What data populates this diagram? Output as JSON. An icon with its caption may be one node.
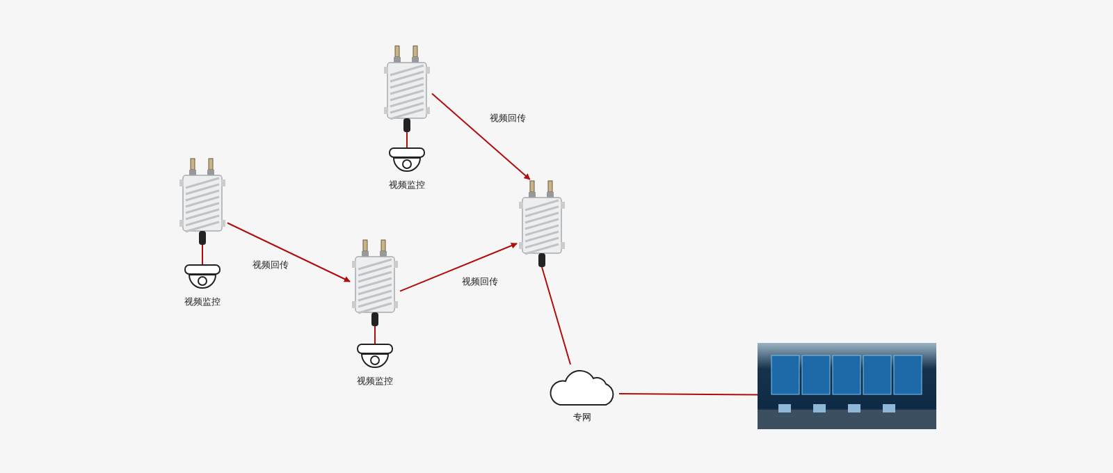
{
  "diagram": {
    "nodes": [
      {
        "text": [],
        "shape": "picture"
      },
      {
        "text": [
          "视频监控"
        ]
      },
      {
        "text": [],
        "shape": "picture"
      },
      {
        "text": [
          "视频监控"
        ]
      },
      {
        "text": [],
        "shape": "picture"
      },
      {
        "text": [
          "视频监控"
        ]
      },
      {
        "text": [],
        "shape": "picture"
      },
      {
        "text": [
          "专网"
        ]
      },
      {
        "text": [],
        "shape": "picture"
      }
    ],
    "edges": [
      {
        "from": 0,
        "to": 1,
        "arrow": "none"
      },
      {
        "from": 2,
        "to": 3,
        "arrow": "none"
      },
      {
        "from": 4,
        "to": 5,
        "arrow": "none"
      },
      {
        "from": 0,
        "to": 6,
        "arrow": "to",
        "label": "视频回传"
      },
      {
        "from": 2,
        "to": 4,
        "arrow": "to",
        "label": "视频回传"
      },
      {
        "from": 4,
        "to": 6,
        "arrow": "to",
        "label": "视频回传"
      },
      {
        "from": 6,
        "to": 7,
        "arrow": "none"
      },
      {
        "from": 7,
        "to": 8,
        "arrow": "none"
      }
    ]
  }
}
